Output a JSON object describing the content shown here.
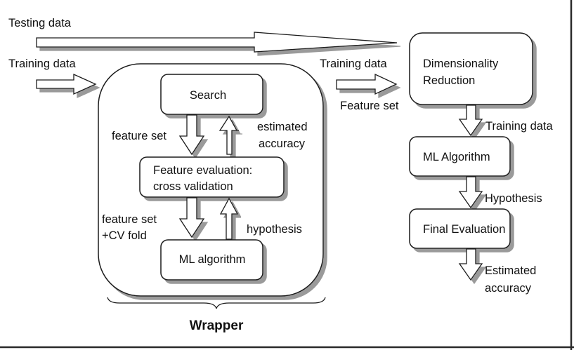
{
  "diagram": {
    "title": "Wrapper",
    "inputs": {
      "testing_data": "Testing data",
      "training_data": "Training data"
    },
    "wrapper": {
      "label": "Wrapper",
      "search_box": "Search",
      "feature_eval_box": [
        "Feature evaluation:",
        "cross validation"
      ],
      "ml_algorithm_box": "ML algorithm",
      "edge_feature_set": "feature set",
      "edge_estimated_accuracy": [
        "estimated",
        "accuracy"
      ],
      "edge_feature_set_cv": [
        "feature set",
        "+CV fold"
      ],
      "edge_hypothesis": "hypothesis"
    },
    "middle": {
      "training_data": "Training data",
      "feature_set": "Feature set"
    },
    "pipeline": {
      "dim_reduction_box": [
        "Dimensionality",
        "Reduction"
      ],
      "edge_training_data": "Training data",
      "ml_algorithm_box": "ML Algorithm",
      "edge_hypothesis": "Hypothesis",
      "final_eval_box": "Final Evaluation",
      "edge_estimated_accuracy": [
        "Estimated",
        "accuracy"
      ]
    },
    "colors": {
      "stroke": "#1a1a1a",
      "shadow": "#9a9a9a",
      "fill": "#ffffff",
      "frame": "#2a2a2a"
    }
  }
}
